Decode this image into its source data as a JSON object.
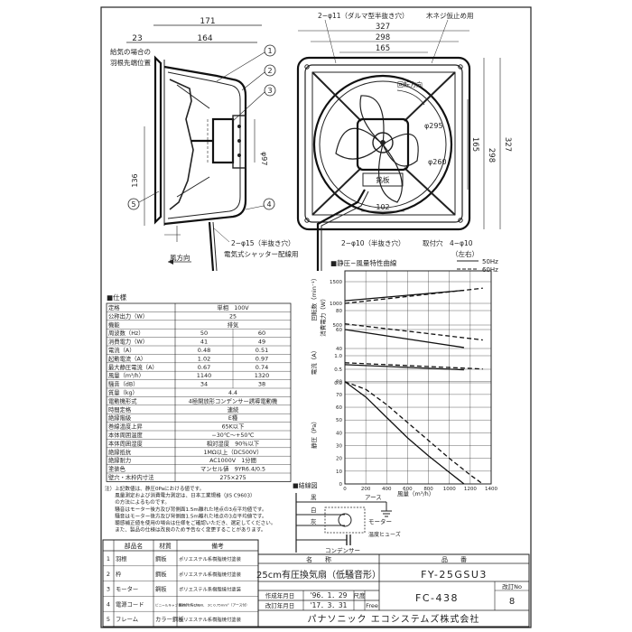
{
  "side_view": {
    "dim_overall": "171",
    "dim_offset": "23",
    "dim_body": "164",
    "dim_hole": "φ97",
    "dim_height": "136",
    "damper_note_1": "給気の場合の",
    "damper_note_2": "羽根先端位置",
    "wind_dir": "風方向",
    "flange_hole": "2−φ15（半抜き穴）",
    "shutter_wire": "電気式シャッター配線用",
    "callouts": [
      "1",
      "2",
      "3",
      "4",
      "5"
    ]
  },
  "front_view": {
    "top_hole": "2−φ11（ダルマ型半抜き穴）",
    "top_hole_use": "木ネジ仮止め用",
    "dim_327": "327",
    "dim_298": "298",
    "dim_165": "165",
    "right_298": "298",
    "right_327": "327",
    "right_165": "165",
    "rotation": "回転方向",
    "dia_295": "φ295",
    "dia_260": "φ260",
    "dim_102": "102",
    "name_plate": "銘板",
    "bottom_hole": "2−φ10（半抜き穴）",
    "mount_hole": "取付穴　4−φ10",
    "mount_sub": "（左右）"
  },
  "spec": {
    "title": "■仕様",
    "rows": [
      {
        "k": "定格",
        "v1": "単相　100V",
        "v2": ""
      },
      {
        "k": "公称出力（W）",
        "v1": "25",
        "v2": ""
      },
      {
        "k": "機能",
        "v1": "排気",
        "v2": ""
      },
      {
        "k": "周波数（Hz）",
        "v1": "50",
        "v2": "60"
      },
      {
        "k": "消費電力（W）",
        "v1": "41",
        "v2": "49"
      },
      {
        "k": "電流（A）",
        "v1": "0.48",
        "v2": "0.51"
      },
      {
        "k": "起動電流（A）",
        "v1": "1.02",
        "v2": "0.97"
      },
      {
        "k": "最大静圧電流（A）",
        "v1": "0.67",
        "v2": "0.74"
      },
      {
        "k": "風量（m³/h）",
        "v1": "1140",
        "v2": "1320"
      },
      {
        "k": "騒音（dB）",
        "v1": "34",
        "v2": "38"
      },
      {
        "k": "質量（kg）",
        "v1": "4.4",
        "v2": ""
      },
      {
        "k": "電動機形式",
        "v1": "4極開放形コンデンサー誘導電動機",
        "v2": ""
      },
      {
        "k": "時間定格",
        "v1": "連続",
        "v2": ""
      },
      {
        "k": "絶縁階級",
        "v1": "E種",
        "v2": ""
      },
      {
        "k": "巻線温度上昇",
        "v1": "65K以下",
        "v2": ""
      },
      {
        "k": "本体周囲温度",
        "v1": "−30℃〜+50℃",
        "v2": ""
      },
      {
        "k": "本体周囲湿度",
        "v1": "相対湿度　90％以下",
        "v2": ""
      },
      {
        "k": "絶縁抵抗",
        "v1": "1MΩ以上（DC500V）",
        "v2": ""
      },
      {
        "k": "絶縁耐力",
        "v1": "AC1000V　1分間",
        "v2": ""
      },
      {
        "k": "塗装色",
        "v1": "マンセル値　9YR6.4/0.5",
        "v2": ""
      },
      {
        "k": "壁穴・木枠内寸法",
        "v1": "275×275",
        "v2": ""
      }
    ],
    "notes": [
      "注）上記数値は、静圧0Paにおける値です。",
      "　　風量測定および消費電力測定は、日本工業規格（JIS C9603）",
      "　　の方法によるものです。",
      "　　騒音はモーター後方及び背側面1.5m離れた地点の3点平均値です。",
      "　　騒音はモーター後方及び背側面1.5m離れた地点の3点平均値です。",
      "　　聴感補正値を使用の場合は仕様をご確認いただき、選定してください。",
      "　　また、製品の仕様は改良のため予告なく変更することがあります。"
    ]
  },
  "chart": {
    "title": "■静圧−風量特性曲線",
    "legend_50": "50Hz",
    "legend_60": "60Hz",
    "y_power": "消費電力（W）",
    "y_current": "電流（A）",
    "y_static": "静圧（Pa）",
    "y_air": "回転数（min⁻¹）",
    "x_label": "風量（m³/h）"
  },
  "chart_data": {
    "type": "line",
    "title": "静圧−風量特性曲線",
    "xlabel": "風量（m³/h）",
    "xlim": [
      0,
      1400
    ],
    "x_ticks": [
      "0",
      "200",
      "400",
      "600",
      "800",
      "1000",
      "1200",
      "1400"
    ],
    "ylim_static": [
      0,
      80
    ],
    "y_ticks_static": [
      "0",
      "10",
      "20",
      "30",
      "40",
      "50",
      "60",
      "70",
      "80"
    ],
    "y_ticks_speed": [
      "1500",
      "1000",
      "500"
    ],
    "y_ticks_power": [
      "80",
      "60",
      "40"
    ],
    "y_ticks_current": [
      "1.0",
      "0.5",
      "0.0"
    ],
    "series": [
      {
        "name": "50Hz",
        "quantity": "static",
        "x": [
          0,
          200,
          400,
          600,
          800,
          1000,
          1140
        ],
        "y": [
          80,
          68,
          52,
          36,
          22,
          9,
          0
        ]
      },
      {
        "name": "60Hz",
        "quantity": "static",
        "x": [
          0,
          200,
          400,
          600,
          800,
          1000,
          1200,
          1320
        ],
        "y": [
          80,
          74,
          62,
          48,
          34,
          20,
          7,
          0
        ]
      },
      {
        "name": "50Hz",
        "quantity": "speed",
        "x": [
          0,
          1140
        ],
        "y": [
          1060,
          1300
        ]
      },
      {
        "name": "60Hz",
        "quantity": "speed",
        "x": [
          0,
          1320
        ],
        "y": [
          1000,
          1350
        ]
      },
      {
        "name": "50Hz",
        "quantity": "power",
        "x": [
          0,
          1140
        ],
        "y": [
          60,
          41
        ]
      },
      {
        "name": "60Hz",
        "quantity": "power",
        "x": [
          0,
          1320
        ],
        "y": [
          66,
          49
        ]
      },
      {
        "name": "50Hz",
        "quantity": "current",
        "x": [
          0,
          1140
        ],
        "y": [
          0.67,
          0.48
        ]
      },
      {
        "name": "60Hz",
        "quantity": "current",
        "x": [
          0,
          1320
        ],
        "y": [
          0.74,
          0.51
        ]
      }
    ]
  },
  "wiring": {
    "title": "■結線図",
    "black": "黒",
    "white": "白",
    "gray": "灰",
    "earth": "アース",
    "motor": "モーター",
    "capacitor": "コンデンサー",
    "fuse": "温度ヒューズ"
  },
  "parts": {
    "headers": [
      "部品名",
      "材質",
      "備考"
    ],
    "rows": [
      {
        "no": "1",
        "name": "羽根",
        "mat": "鋼板",
        "note": "ポリエステル系樹脂焼付塗装"
      },
      {
        "no": "2",
        "name": "枠",
        "mat": "鋼板",
        "note": "ポリエステル系樹脂焼付塗装"
      },
      {
        "no": "3",
        "name": "モーター",
        "mat": "鋼板",
        "note": "ポリエステル系樹脂焼付塗装"
      },
      {
        "no": "4",
        "name": "電源コード",
        "mat": "ビニールキャブタイヤケーブル",
        "note": "機体外 約1000L　2C 0.75mm²（アース付）"
      },
      {
        "no": "5",
        "name": "フレーム",
        "mat": "カラー鋼板",
        "note": "ポリエステル系樹脂焼付塗装"
      }
    ]
  },
  "title_block": {
    "name_label": "名　　称",
    "number_label": "品　　番",
    "product_name": "25cm有圧換気扇（低騒音形）",
    "product_number": "FY-25GSU3",
    "date_label": "作成年月日",
    "date_1": "'96．1．29",
    "scale_label": "尺度",
    "scale_value": "Free",
    "revision_label": "改訂年月日",
    "date_2": "'17．3．31",
    "drawing_no": "FC-438",
    "edition_label": "改訂No",
    "edition": "8",
    "company": "パナソニック エコシステムズ株式会社"
  }
}
